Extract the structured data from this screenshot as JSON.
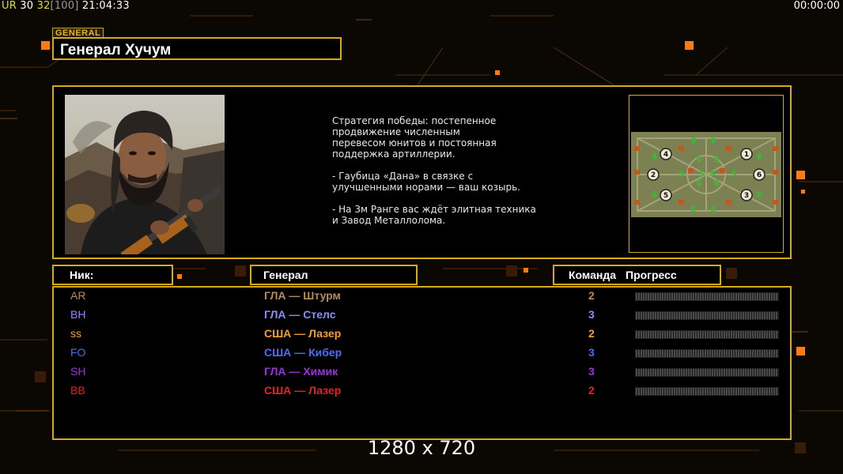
{
  "hud": {
    "ur": "UR",
    "v1": "30",
    "v2": "32",
    "v3": "[100]",
    "clock": "21:04:33",
    "timer": "00:00:00"
  },
  "general": {
    "tag": "GENERAL",
    "name": "Генерал Хучум",
    "description": "Стратегия победы: постепенное\nпродвижение численным\nперевесом юнитов и постоянная\nподдержка артиллерии.\n\n- Гаубица «Дана» в связке с\nулучшенными норами — ваш козырь.\n\n- На 3м Ранге вас ждёт элитная техника\nи Завод Металлолома."
  },
  "minimap": {
    "start_positions": [
      "1",
      "2",
      "3",
      "4",
      "5",
      "6"
    ]
  },
  "headers": {
    "nick": "Ник:",
    "general": "Генерал",
    "team": "Команда",
    "progress": "Прогресс"
  },
  "players": [
    {
      "nick": "AR",
      "general": "ГЛА — Штурм",
      "team": "2",
      "color": "#b88a5c"
    },
    {
      "nick": "BH",
      "general": "ГЛА — Стелс",
      "team": "3",
      "color": "#8c8cff"
    },
    {
      "nick": "ss",
      "general": "США — Лазер",
      "team": "2",
      "color": "#f0a030"
    },
    {
      "nick": "FO",
      "general": "США — Кибер",
      "team": "3",
      "color": "#4a6cff"
    },
    {
      "nick": "SH",
      "general": "ГЛА — Химик",
      "team": "3",
      "color": "#9a34d8"
    },
    {
      "nick": "BB",
      "general": "США — Лазер",
      "team": "2",
      "color": "#e82020"
    }
  ],
  "resolution": "1280 x 720",
  "colors": {
    "frame": "#d6aa18"
  }
}
